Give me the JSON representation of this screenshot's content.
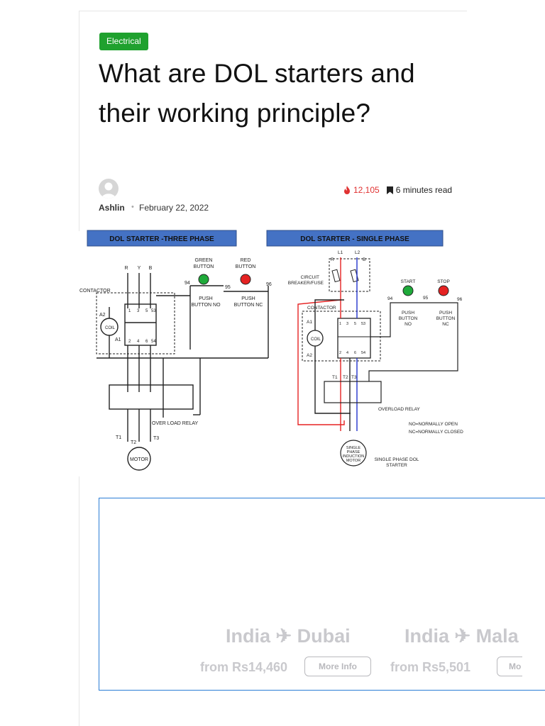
{
  "article": {
    "category": "Electrical",
    "title": "What are DOL starters and their working principle?",
    "author": "Ashlin",
    "date": "February 22, 2022",
    "views": "12,105",
    "read_time": "6 minutes read"
  },
  "diagram": {
    "three_phase": {
      "header": "DOL STARTER -THREE PHASE",
      "phases": [
        "R",
        "Y",
        "B"
      ],
      "contactor_label": "CONTACTOR",
      "coil_label": "COIL",
      "a1": "A1",
      "a2": "A2",
      "terminals_top": [
        "1",
        "3",
        "5",
        "53"
      ],
      "terminals_bottom": [
        "2",
        "4",
        "6",
        "54"
      ],
      "green_button": [
        "GREEN",
        "BUTTON"
      ],
      "red_button": [
        "RED",
        "BUTTON"
      ],
      "push_no": [
        "PUSH",
        "BUTTON NO"
      ],
      "push_nc": [
        "PUSH",
        "BUTTON NC"
      ],
      "n94": "94",
      "n95": "95",
      "n96": "96",
      "overload": "OVER LOAD RELAY",
      "t1": "T1",
      "t2": "T2",
      "t3": "T3",
      "motor": "MOTOR"
    },
    "single_phase": {
      "header": "DOL STARTER - SINGLE PHASE",
      "l1": "L1",
      "l2": "L2",
      "r": "R",
      "b": "B",
      "breaker": [
        "CIRCUIT",
        "BREAKER/FUSE"
      ],
      "contactor_label": "CONTACTOR",
      "coil_label": "COIL",
      "a1": "A1",
      "a2": "A2",
      "terminals_top": [
        "1",
        "3",
        "5",
        "53"
      ],
      "terminals_bottom": [
        "2",
        "4",
        "6",
        "54"
      ],
      "start": "START",
      "stop": "STOP",
      "push_no": [
        "PUSH",
        "BUTTON",
        "NO"
      ],
      "push_nc": [
        "PUSH",
        "BUTTON",
        "NC"
      ],
      "n94": "94",
      "n95": "95",
      "n96": "96",
      "overload": "OVERLOAD RELAY",
      "t1": "T1",
      "t2": "T2",
      "t3": "T3",
      "no_note": "NO=NORMALLY OPEN",
      "nc_note": "NC=NORMALLY CLOSED",
      "motor": [
        "SINGLE",
        "PHASE",
        "INDUCTION",
        "MOTOR"
      ],
      "caption": [
        "SINGLE PHASE DOL",
        "STARTER"
      ]
    }
  },
  "ad": {
    "routes": [
      {
        "from": "India",
        "to": "Dubai",
        "price": "from Rs14,460",
        "button": "More Info"
      },
      {
        "from": "India",
        "to": "Mala",
        "price": "from Rs5,501",
        "button": "Mo"
      }
    ]
  },
  "colors": {
    "badge": "#1fa12e",
    "views": "#e03232",
    "diagram_header": "#4472c4",
    "ad_border": "#2a7dd6",
    "ad_text": "#c9c9cd"
  }
}
